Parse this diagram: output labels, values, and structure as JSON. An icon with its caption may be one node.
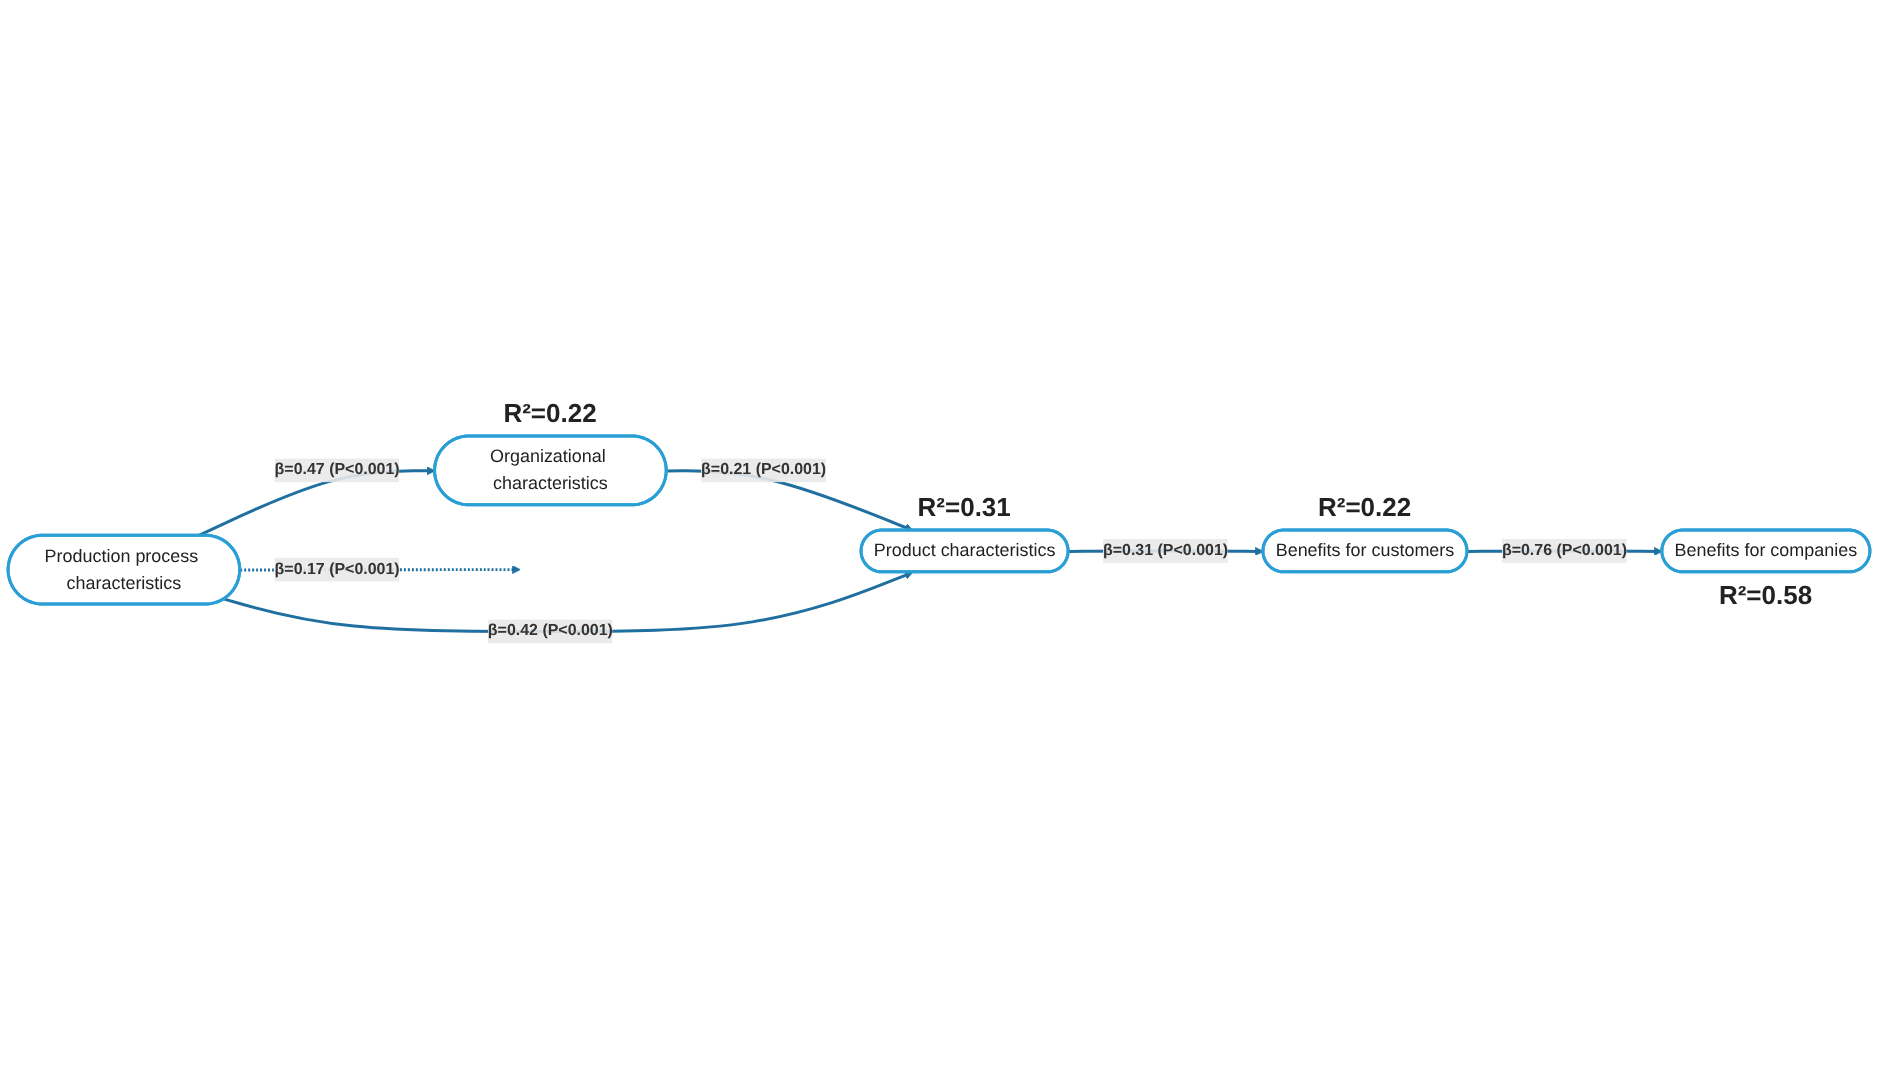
{
  "diagram": {
    "nodes": [
      {
        "text": [
          "Organizational characteristics"
        ],
        "beside": [
          "R²=0.22"
        ]
      },
      {
        "text": [
          "Product characteristics"
        ],
        "beside": [
          "R²=0.31"
        ]
      },
      {
        "text": [
          "Benefits for customers"
        ],
        "beside": [
          "R²=0.22"
        ]
      },
      {
        "text": [
          "Production process characteristics"
        ]
      },
      {
        "text": [
          "Benefits for companies"
        ],
        "beside": [
          "R²=0.58"
        ]
      }
    ],
    "edges": [
      {
        "from": 0,
        "to": 1,
        "arrow": "to",
        "label": "β=0.21 (P<0.001)"
      },
      {
        "from": 1,
        "to": 2,
        "arrow": "to",
        "label": "β=0.31 (P<0.001)"
      },
      {
        "from": 3,
        "to": 0,
        "arrow": "to",
        "label": "β=0.47 (P<0.001)"
      },
      {
        "from": 3,
        "to": 1,
        "arrow": "to",
        "label": "β=0.42 (P<0.001)"
      },
      {
        "from": 2,
        "to": 4,
        "arrow": "to",
        "label": "β=0.76 (P<0.001)"
      },
      {
        "from": 3,
        "to": null,
        "arrow": "to",
        "style": "dashed",
        "label": "β=0.17 (P<0.001)"
      }
    ]
  }
}
